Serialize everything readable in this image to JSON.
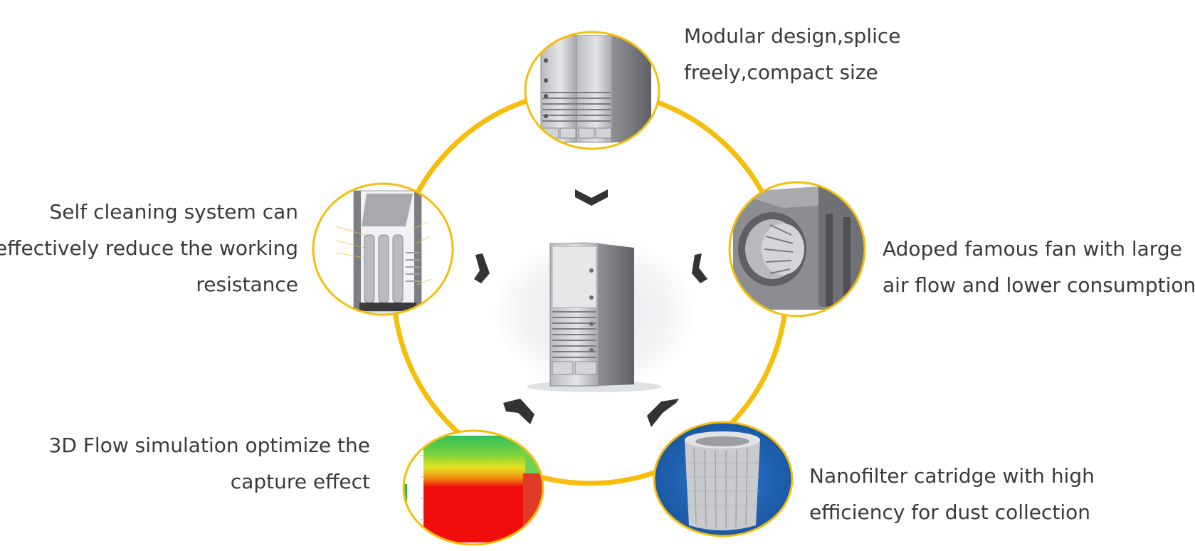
{
  "colors": {
    "ring": "#F5BE0B",
    "chevron": "#333333",
    "text": "#3a3a3a",
    "metal_light": "#d9dadc",
    "metal_dark": "#8e9095",
    "filter_blue": "#1f64b5",
    "sim_red": "#f20d0d",
    "sim_green": "#22c04a",
    "sim_yellow": "#e6e21e"
  },
  "icons": [
    "cabinet-icon",
    "fan-icon",
    "filter-icon",
    "simulation-icon",
    "cutaway-icon",
    "chevron-icon"
  ],
  "features": [
    {
      "id": "modular",
      "lines": [
        "Modular design,splice",
        "freely,compact size"
      ]
    },
    {
      "id": "fan",
      "lines": [
        "Adoped famous fan with large",
        "air flow and lower consumption"
      ]
    },
    {
      "id": "nanofilter",
      "lines": [
        "Nanofilter catridge with high",
        "efficiency for dust collection"
      ]
    },
    {
      "id": "simulation",
      "lines": [
        "3D Flow simulation optimize the",
        "capture effect"
      ]
    },
    {
      "id": "selfclean",
      "lines": [
        "Self cleaning system can",
        "effectively reduce the working",
        "resistance"
      ]
    }
  ]
}
